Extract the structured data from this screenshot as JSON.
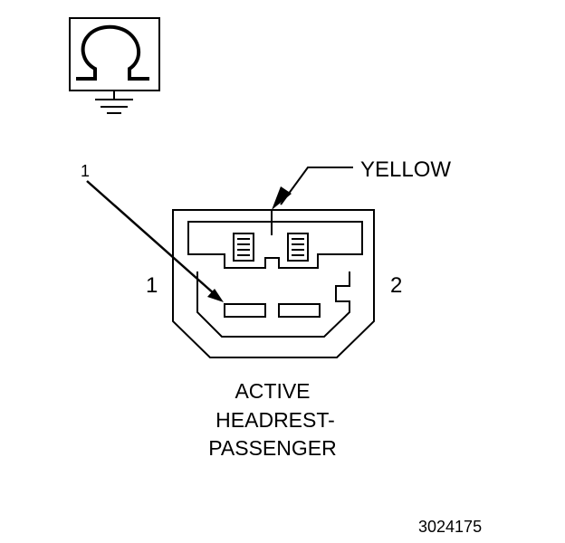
{
  "diagram": {
    "wire_color_label": "YELLOW",
    "callout_number": "1",
    "cavity_left_number": "1",
    "cavity_right_number": "2",
    "title_lines": [
      "ACTIVE",
      "HEADREST-",
      "PASSENGER"
    ],
    "figure_id": "3024175",
    "symbol": "omega-ground-icon"
  }
}
